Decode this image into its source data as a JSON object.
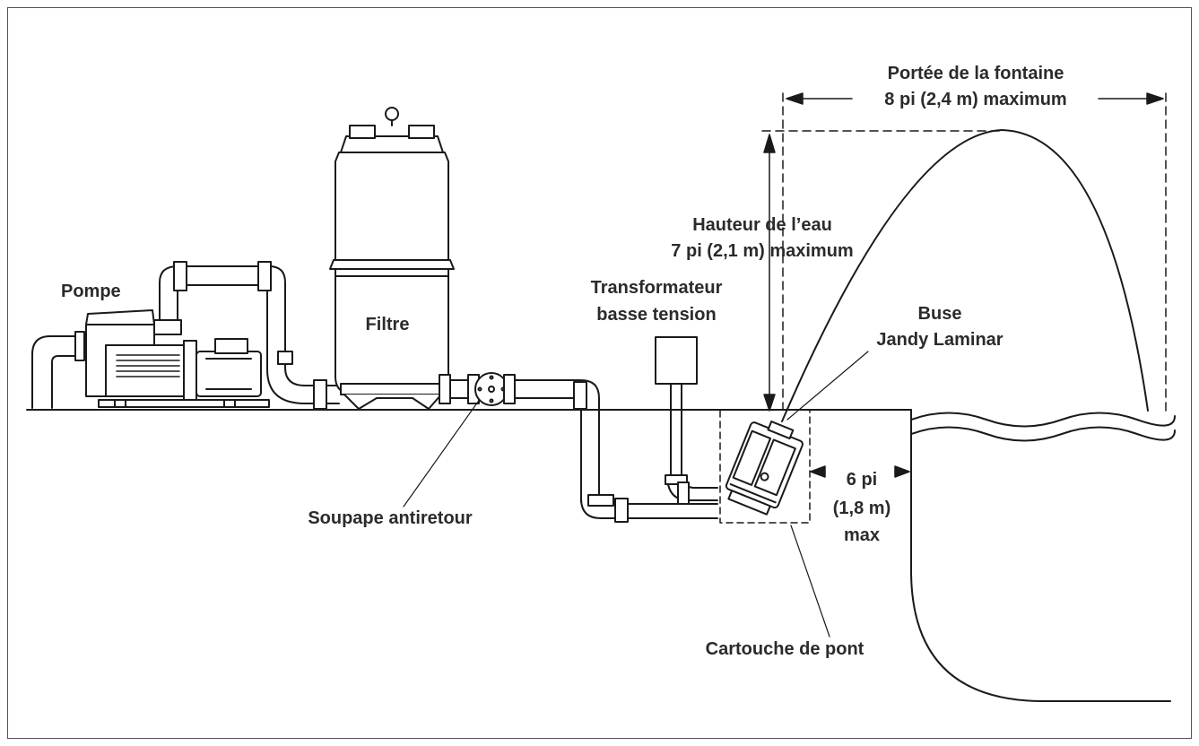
{
  "labels": {
    "pump": "Pompe",
    "filter": "Filtre",
    "transformer_line1": "Transformateur",
    "transformer_line2": "basse tension",
    "water_height_line1": "Hauteur de l’eau",
    "water_height_line2": "7 pi (2,1 m) maximum",
    "fountain_reach_line1": "Portée de la fontaine",
    "fountain_reach_line2": "8 pi (2,4 m) maximum",
    "nozzle_line1": "Buse",
    "nozzle_line2": "Jandy Laminar",
    "check_valve": "Soupape antiretour",
    "distance_line1": "6 pi",
    "distance_line2": "(1,8 m)",
    "distance_line3": "max",
    "deck_cartridge": "Cartouche de pont"
  },
  "colors": {
    "line": "#1a1a1a",
    "text": "#2b2b2b",
    "background": "#ffffff"
  }
}
